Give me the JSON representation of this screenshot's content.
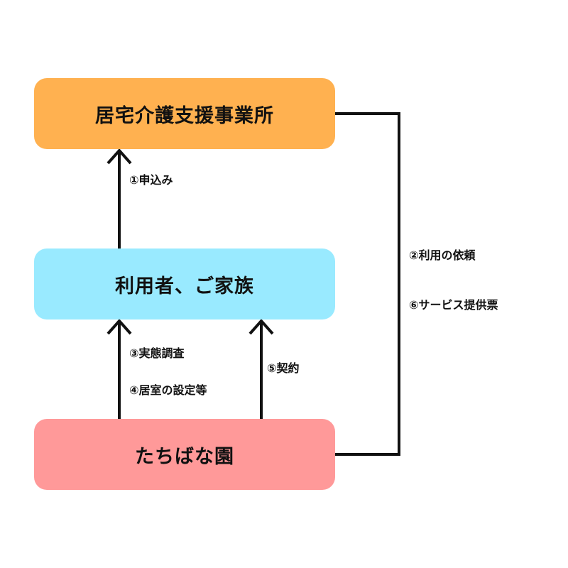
{
  "colors": {
    "care_office_box": "#FFB150",
    "user_family_box": "#99EAFF",
    "facility_box": "#FF9999",
    "line": "#111111",
    "background": "#FFFFFF"
  },
  "nodes": {
    "care_office": "居宅介護支援事業所",
    "user_family": "利用者、ご家族",
    "facility": "たちばな園"
  },
  "steps": {
    "apply": "①申込み",
    "usage_request": "②利用の依頼",
    "survey": "③実態調査",
    "room_setup": "④居室の設定等",
    "contract": "⑤契約",
    "service_ticket": "⑥サービス提供票"
  }
}
